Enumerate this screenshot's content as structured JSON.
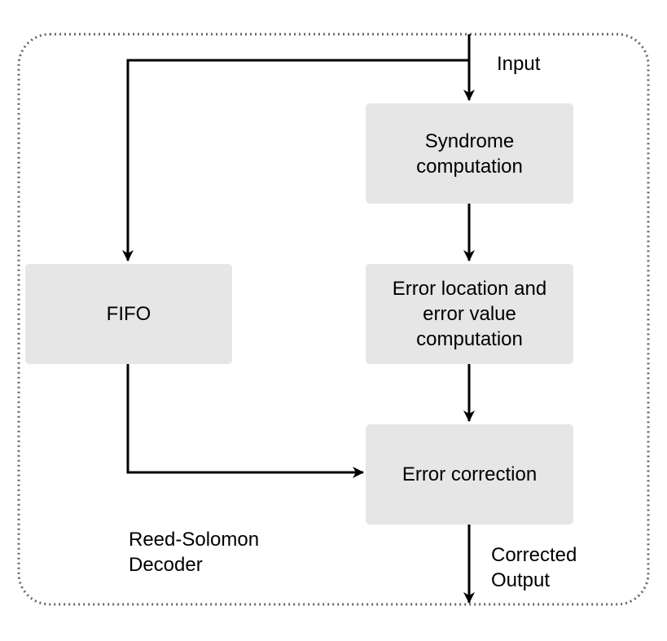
{
  "diagram": {
    "container_label": "Reed-Solomon\nDecoder",
    "input_label": "Input",
    "output_label": "Corrected\nOutput",
    "blocks": {
      "syndrome": "Syndrome\ncomputation",
      "error_location": "Error location and\nerror value\ncomputation",
      "error_correction": "Error correction",
      "fifo": "FIFO"
    }
  },
  "colors": {
    "block_fill": "#e6e6e6",
    "line": "#000000",
    "container_border": "#666666"
  }
}
